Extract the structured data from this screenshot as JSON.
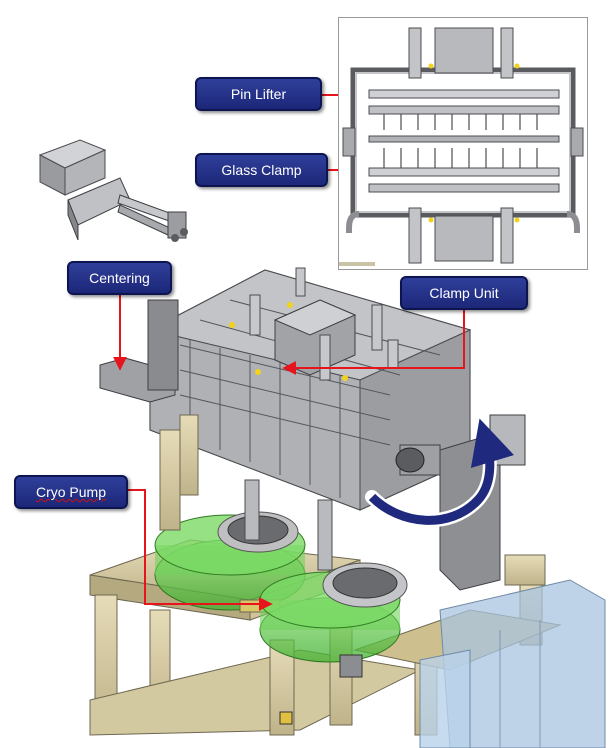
{
  "labels": {
    "pin_lifter": "Pin Lifter",
    "glass_clamp": "Glass Clamp",
    "centering": "Centering",
    "clamp_unit": "Clamp Unit",
    "cryo_pump": "Cryo Pump"
  },
  "colors": {
    "callout_fill": "#1f2a7e",
    "callout_text": "#ffffff",
    "arrow": "#e8141c",
    "rotation_arrow": "#1f2a7e",
    "frame_beige": "#d9cfa8",
    "machine_grey": "#a9aaae",
    "pump_green": "#5fcf4a",
    "enclosure_blue": "#a8c4e0"
  },
  "icons": [
    "rotation-arrow-icon"
  ]
}
